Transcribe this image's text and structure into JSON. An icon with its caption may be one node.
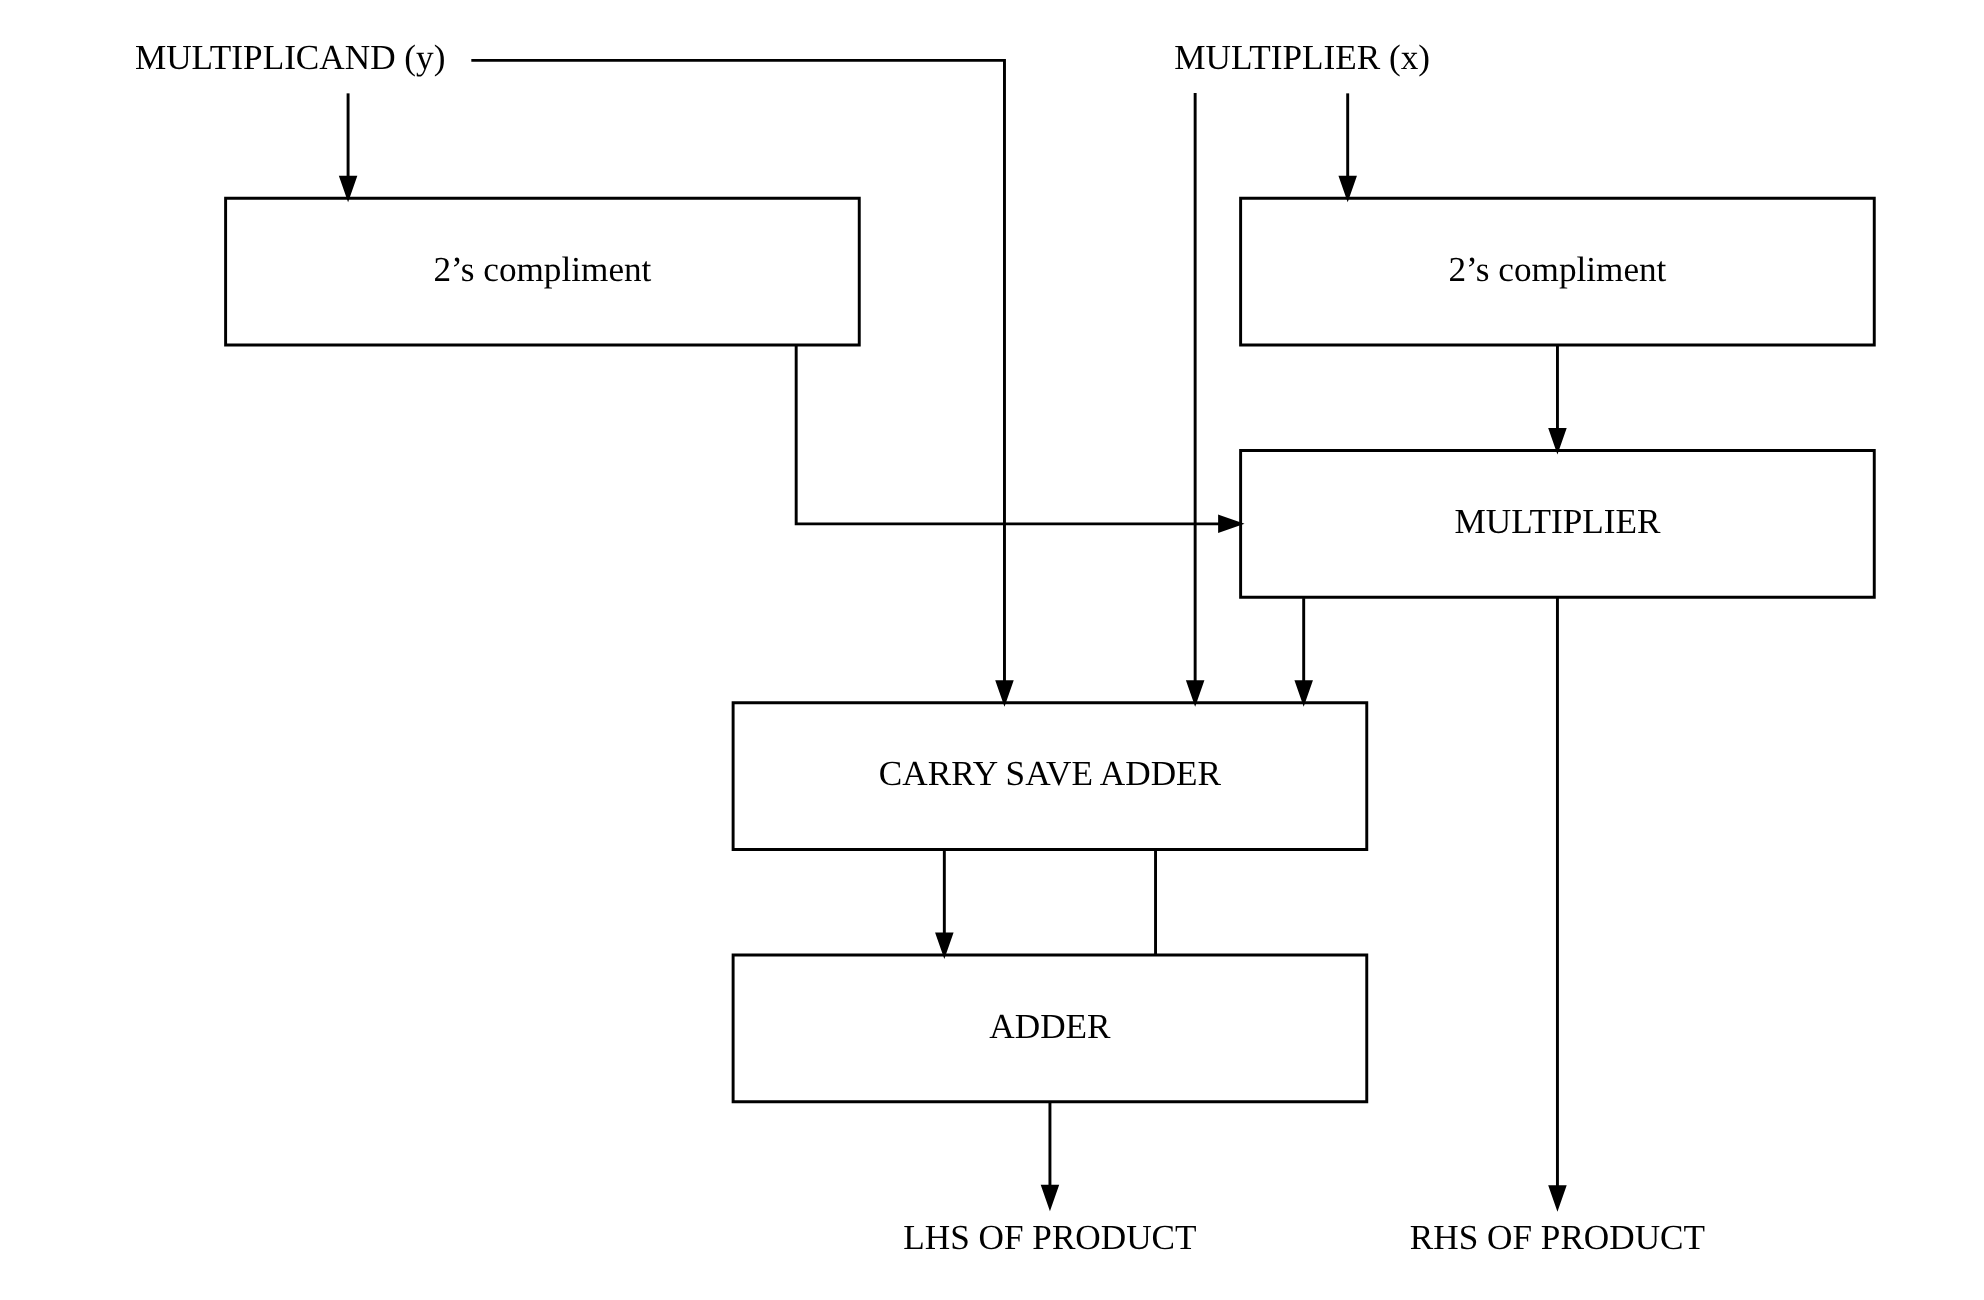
{
  "diagram": {
    "nodes": [
      {
        "text": [
          "MULTIPLICAND (y)"
        ]
      },
      {
        "text": [
          "MULTIPLIER (x)"
        ]
      },
      {
        "text": [
          "2’s compliment"
        ]
      },
      {
        "text": [
          "2’s compliment"
        ]
      },
      {
        "text": [
          "MULTIPLIER"
        ]
      },
      {
        "text": [
          "CARRY SAVE ADDER"
        ]
      },
      {
        "text": [
          "ADDER"
        ]
      },
      {
        "text": [
          "LHS OF PRODUCT"
        ]
      },
      {
        "text": [
          "RHS OF PRODUCT"
        ]
      }
    ],
    "edges": [
      {
        "from": 0,
        "to": 2,
        "arrow": "to"
      },
      {
        "from": 0,
        "to": 5,
        "arrow": "to"
      },
      {
        "from": 1,
        "to": 3,
        "arrow": "to"
      },
      {
        "from": 1,
        "to": 5,
        "arrow": "to"
      },
      {
        "from": 2,
        "to": 4,
        "arrow": "to"
      },
      {
        "from": 3,
        "to": 4,
        "arrow": "to"
      },
      {
        "from": 4,
        "to": 5,
        "arrow": "to"
      },
      {
        "from": 4,
        "to": 8,
        "arrow": "to"
      },
      {
        "from": 5,
        "to": 6,
        "arrow": "to"
      },
      {
        "from": 5,
        "to": 6,
        "arrow": "none"
      },
      {
        "from": 6,
        "to": 7,
        "arrow": "to"
      }
    ]
  }
}
